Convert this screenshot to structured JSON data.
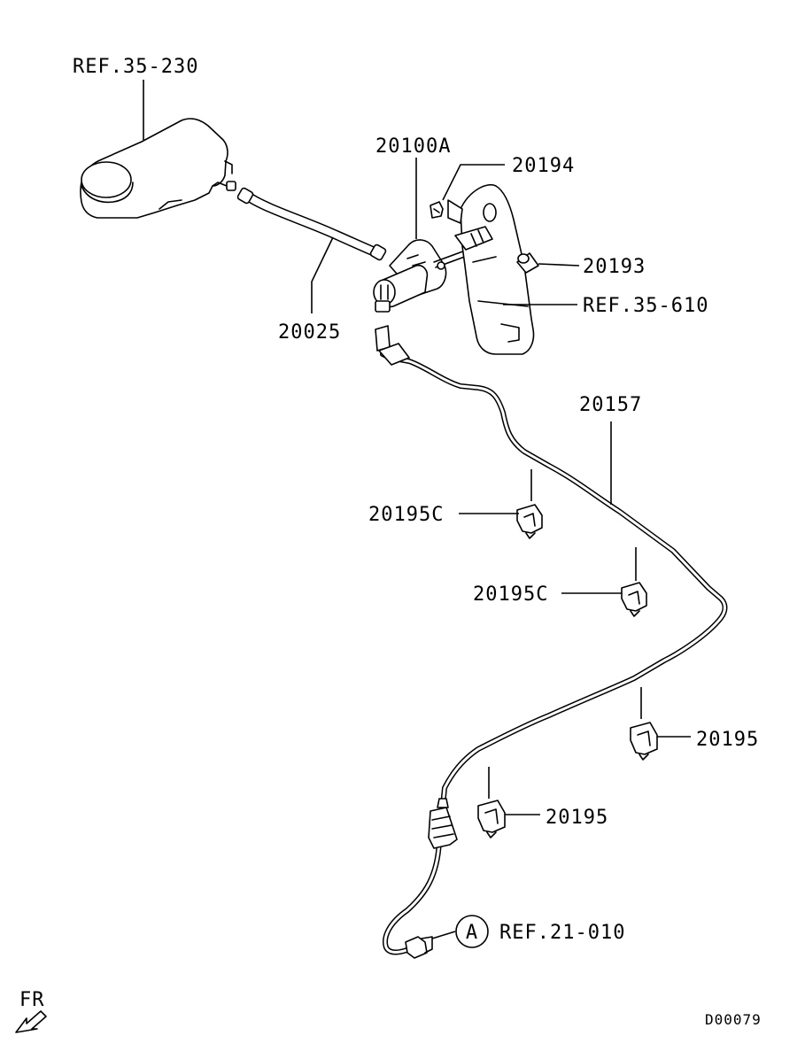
{
  "diagram": {
    "labels": {
      "ref_35_230": "REF.35-230",
      "p20100A": "20100A",
      "p20194": "20194",
      "p20193": "20193",
      "ref_35_610": "REF.35-610",
      "p20025": "20025",
      "p20157": "20157",
      "p20195C_a": "20195C",
      "p20195C_b": "20195C",
      "p20195_a": "20195",
      "p20195_b": "20195",
      "ref_21_010": "REF.21-010",
      "circle_a": "A",
      "fr": "FR",
      "code": "D00079"
    }
  }
}
